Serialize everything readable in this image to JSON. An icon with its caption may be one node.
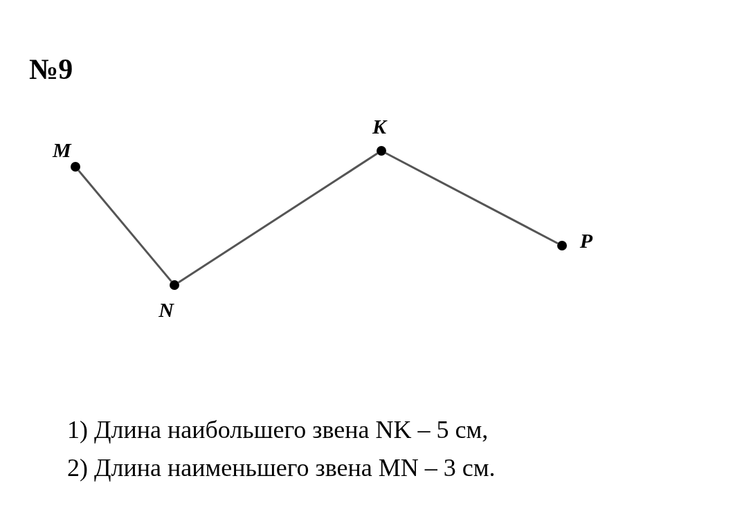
{
  "diagram": {
    "title": "№9",
    "nodes": [
      {
        "text": [
          "M"
        ]
      },
      {
        "text": [
          "N"
        ]
      },
      {
        "text": [
          "K"
        ]
      },
      {
        "text": [
          "P"
        ]
      }
    ],
    "edges": [
      {
        "from": 0,
        "to": 1,
        "arrow": "none"
      },
      {
        "from": 1,
        "to": 2,
        "arrow": "none"
      },
      {
        "from": 2,
        "to": 3,
        "arrow": "none"
      }
    ],
    "labels": [
      "1) Длина наибольшего звена NK – 5 см,",
      "2) Длина наименьшего звена MN – 3 см."
    ]
  }
}
